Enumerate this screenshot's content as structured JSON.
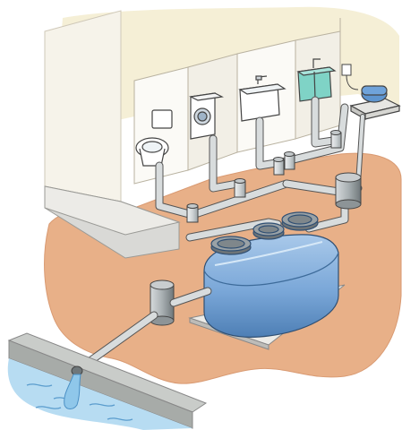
{
  "illustration": {
    "subject": "septic-tank-system",
    "fixtures": [
      "toilet",
      "washing-machine",
      "wash-basin",
      "kitchen-sink"
    ],
    "components": [
      "inspection-pipes",
      "septic-tank",
      "blower",
      "outlet-pipe",
      "drainage-ditch"
    ]
  },
  "colors": {
    "wall_bg": "#f5efd6",
    "wall_front": "#f7f5ef",
    "ground": "#e8b088",
    "ground_dark": "#d99a72",
    "pipe": "#d8dcdd",
    "pipe_dark": "#9ea5a8",
    "tank": "#7aa7d8",
    "tank_light": "#a9c9ea",
    "tank_dark": "#4e7fb5",
    "water": "#b7dcf2",
    "outline": "#333333"
  }
}
